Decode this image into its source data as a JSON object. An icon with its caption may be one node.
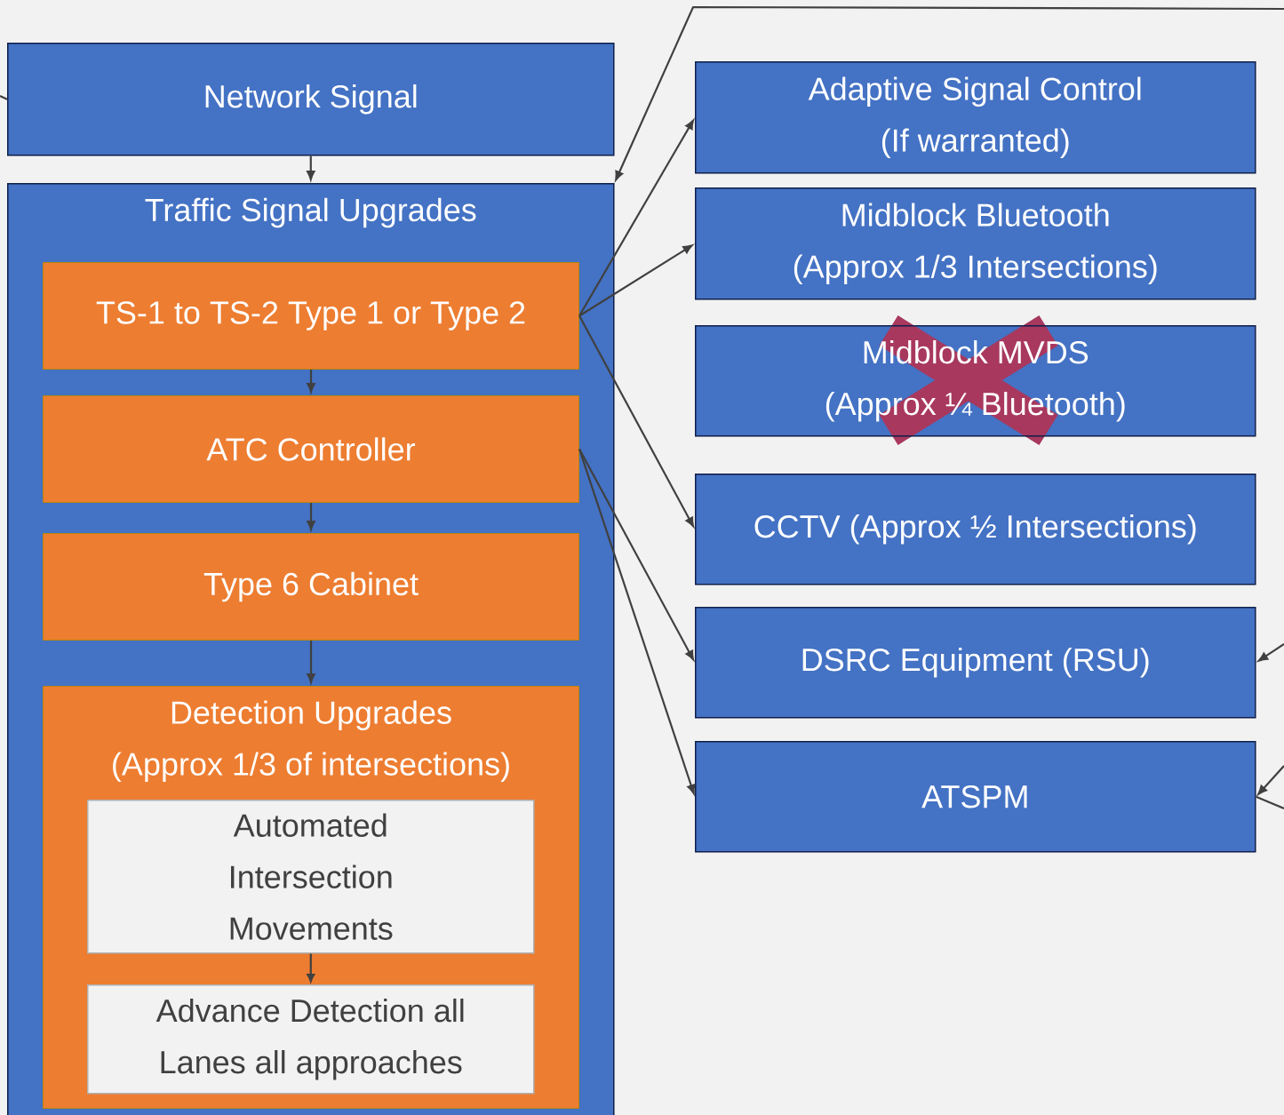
{
  "diagram": {
    "nodes": [
      {
        "text": [
          "Network Signal"
        ]
      },
      {
        "text": [
          "Traffic Signal Upgrades"
        ]
      },
      {
        "text": [
          "TS-1 to TS-2 Type 1 or Type 2"
        ],
        "in": 1
      },
      {
        "text": [
          "ATC Controller"
        ],
        "in": 1
      },
      {
        "text": [
          "Type 6 Cabinet"
        ],
        "in": 1
      },
      {
        "text": [
          "Detection Upgrades",
          "(Approx 1/3 of intersections)"
        ],
        "in": 1
      },
      {
        "text": [
          "Automated Intersection Movements"
        ],
        "in": 5
      },
      {
        "text": [
          "Advance Detection all Lanes all approaches"
        ],
        "in": 5
      },
      {
        "text": [
          "Adaptive Signal Control",
          "(If warranted)"
        ]
      },
      {
        "text": [
          "Midblock Bluetooth",
          "(Approx 1/3 Intersections)"
        ]
      },
      {
        "text": [
          "Midblock MVDS",
          "(Approx ¼ Bluetooth)"
        ]
      },
      {
        "text": [
          "CCTV (Approx ½ Intersections)"
        ]
      },
      {
        "text": [
          "DSRC Equipment (RSU)"
        ]
      },
      {
        "text": [
          "ATSPM"
        ]
      }
    ],
    "edges": [
      {
        "from": 0,
        "to": 1,
        "arrow": "to"
      },
      {
        "from": 2,
        "to": 3,
        "arrow": "to"
      },
      {
        "from": 3,
        "to": 4,
        "arrow": "to"
      },
      {
        "from": 4,
        "to": 5,
        "arrow": "to"
      },
      {
        "from": 6,
        "to": 7,
        "arrow": "to"
      },
      {
        "from": 2,
        "to": 8,
        "arrow": "to"
      },
      {
        "from": 2,
        "to": 9,
        "arrow": "to"
      },
      {
        "from": 2,
        "to": 11,
        "arrow": "to"
      },
      {
        "from": 3,
        "to": 12,
        "arrow": "to"
      },
      {
        "from": 3,
        "to": 13,
        "arrow": "to"
      },
      {
        "from": null,
        "to": 1,
        "arrow": "to"
      },
      {
        "from": null,
        "to": 0,
        "arrow": "none"
      },
      {
        "from": null,
        "to": 12,
        "arrow": "to"
      },
      {
        "from": null,
        "to": 13,
        "arrow": "to"
      },
      {
        "from": 13,
        "to": null,
        "arrow": "none"
      }
    ]
  }
}
